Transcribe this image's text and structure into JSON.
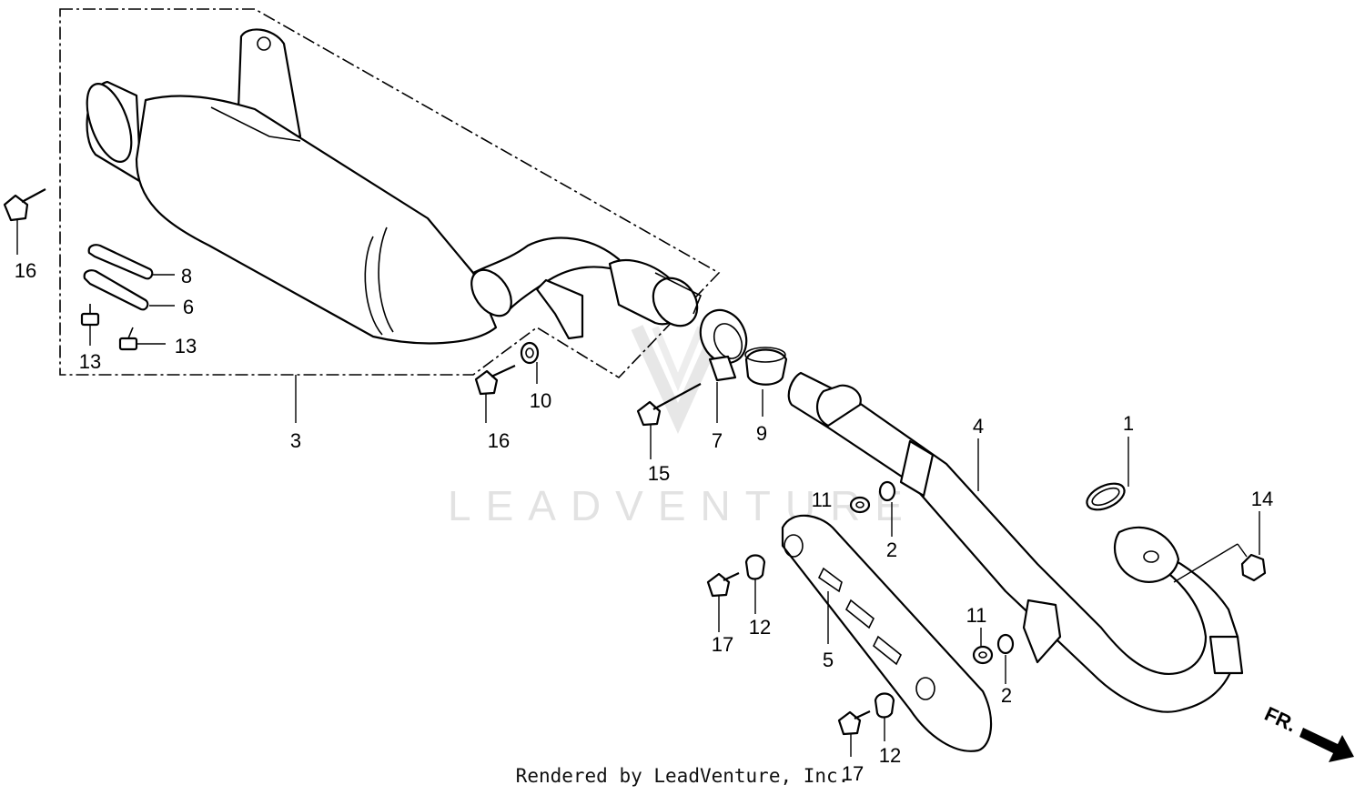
{
  "diagram": {
    "watermark": "LEADVENTURE",
    "credit": "Rendered by LeadVenture, Inc.",
    "direction_label": "FR.",
    "callouts": [
      {
        "id": "c1",
        "label": "1"
      },
      {
        "id": "c2a",
        "label": "2"
      },
      {
        "id": "c2b",
        "label": "2"
      },
      {
        "id": "c3",
        "label": "3"
      },
      {
        "id": "c4",
        "label": "4"
      },
      {
        "id": "c5",
        "label": "5"
      },
      {
        "id": "c6",
        "label": "6"
      },
      {
        "id": "c7",
        "label": "7"
      },
      {
        "id": "c8",
        "label": "8"
      },
      {
        "id": "c9",
        "label": "9"
      },
      {
        "id": "c10",
        "label": "10"
      },
      {
        "id": "c11a",
        "label": "11"
      },
      {
        "id": "c11b",
        "label": "11"
      },
      {
        "id": "c12a",
        "label": "12"
      },
      {
        "id": "c12b",
        "label": "12"
      },
      {
        "id": "c13a",
        "label": "13"
      },
      {
        "id": "c13b",
        "label": "13"
      },
      {
        "id": "c14",
        "label": "14"
      },
      {
        "id": "c15",
        "label": "15"
      },
      {
        "id": "c16a",
        "label": "16"
      },
      {
        "id": "c16b",
        "label": "16"
      },
      {
        "id": "c17a",
        "label": "17"
      },
      {
        "id": "c17b",
        "label": "17"
      }
    ]
  }
}
